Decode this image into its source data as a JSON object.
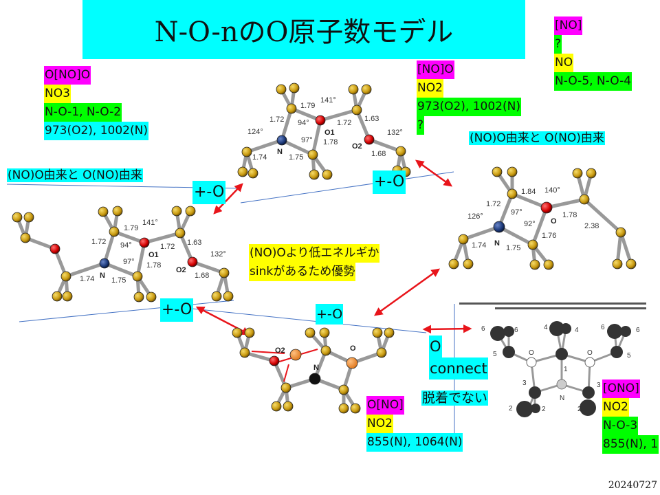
{
  "title": "N-O-nのO原子数モデル",
  "date": "20240727",
  "boxes": {
    "onoo": {
      "formula": "O[NO]O",
      "composition": "NO3",
      "labels": "N-O-1, N-O-2",
      "freq": "973(O2), 1002(N)"
    },
    "noo": {
      "formula": "[NO]O",
      "composition": "NO2",
      "freq": "973(O2), 1002(N)",
      "note": "?"
    },
    "no": {
      "formula": "[NO]",
      "note": "?",
      "composition": "NO",
      "labels": "N-O-5, N-O-4"
    },
    "ono_bracket": {
      "formula": "O[NO]",
      "composition": "NO2",
      "freq": "855(N), 1064(N)"
    },
    "ono": {
      "formula": "[ONO]",
      "composition": "NO2",
      "labels": "N-O-3",
      "freq": "855(N), 1"
    }
  },
  "origin_left": "(NO)O由来と O(NO)由来",
  "origin_right": "(NO)O由来と O(NO)由来",
  "plus_o": [
    "+-O",
    "+-O",
    "+-O",
    "+-O"
  ],
  "note_energy": {
    "line1": "(NO)Oより低エネルギか",
    "line2": "sinkがあるため優勢"
  },
  "connect": {
    "line1": "O",
    "line2": "connect"
  },
  "not_desorbed": "脱着でない",
  "molecules": {
    "top_center": {
      "bonds": [
        "1.79",
        "1.72",
        "1.72",
        "1.63",
        "1.74",
        "1.75",
        "1.78",
        "1.68"
      ],
      "angles": [
        "141°",
        "124°",
        "94°",
        "97°",
        "132°"
      ],
      "atoms": [
        "N",
        "O1",
        "O2"
      ]
    },
    "left_middle": {
      "bonds": [
        "1.79",
        "1.72",
        "1.72",
        "1.63",
        "1.74",
        "1.75",
        "1.78",
        "1.68"
      ],
      "angles": [
        "141°",
        "94°",
        "97°",
        "132°"
      ],
      "atoms": [
        "N",
        "O1",
        "O2"
      ]
    },
    "right_middle": {
      "bonds": [
        "1.84",
        "1.72",
        "1.78",
        "2.38",
        "1.74",
        "1.75",
        "1.76"
      ],
      "angles": [
        "140°",
        "126°",
        "97°",
        "92°"
      ],
      "atoms": [
        "N",
        "O"
      ]
    },
    "bottom_center": {
      "atoms": [
        "N",
        "O",
        "O2"
      ]
    },
    "figure_ono": {
      "atoms": [
        "N",
        "O",
        "O"
      ],
      "numbers": [
        "1",
        "2",
        "2",
        "2",
        "3",
        "3",
        "4",
        "4",
        "5",
        "5",
        "6",
        "6",
        "6",
        "6"
      ]
    }
  },
  "colors": {
    "cyan": "#00ffff",
    "magenta": "#ff00ff",
    "yellow": "#ffff00",
    "green": "#00ff00",
    "arrow": "#e8141a",
    "line": "#4472c4"
  }
}
